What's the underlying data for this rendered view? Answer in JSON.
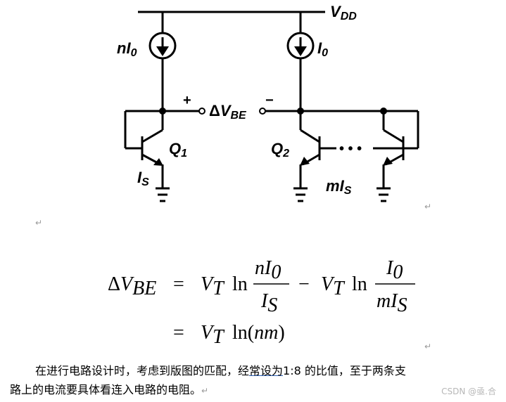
{
  "circuit": {
    "vdd_label": "V",
    "vdd_sub": "DD",
    "left_source_n": "n",
    "left_source_i": "I",
    "left_source_sub": "0",
    "right_source_i": "I",
    "right_source_sub": "0",
    "plus": "+",
    "minus": "−",
    "dvbe_delta": "Δ",
    "dvbe_v": "V",
    "dvbe_sub": "BE",
    "q1": "Q",
    "q1_sub": "1",
    "q2": "Q",
    "q2_sub": "2",
    "is_i": "I",
    "is_sub": "S",
    "mis_m": "m",
    "mis_i": "I",
    "mis_sub": "S",
    "dots": "• • •"
  },
  "equation": {
    "lhs_delta": "Δ",
    "lhs_v": "V",
    "lhs_sub": "BE",
    "eq1": "=",
    "vt_v": "V",
    "vt_sub": "T",
    "ln": "ln",
    "num1_n": "n",
    "num1_i": "I",
    "num1_sub": "0",
    "den1_i": "I",
    "den1_sub": "S",
    "minus": "−",
    "num2_i": "I",
    "num2_sub": "0",
    "den2_m": "m",
    "den2_i": "I",
    "den2_sub": "S",
    "eq2": "=",
    "ln_nm": "ln(",
    "nm": "nm",
    "close": ")"
  },
  "paragraph": {
    "line1_a": "在进行电路设计时，考虑到版图的匹配，经",
    "line1_u": "常设为",
    "line1_b": "1:8 的比值，至于两条支",
    "line2": "路上的电流要具体看连入电路的电阻。"
  },
  "return_mark": "↵",
  "watermark": "CSDN @亟.合"
}
